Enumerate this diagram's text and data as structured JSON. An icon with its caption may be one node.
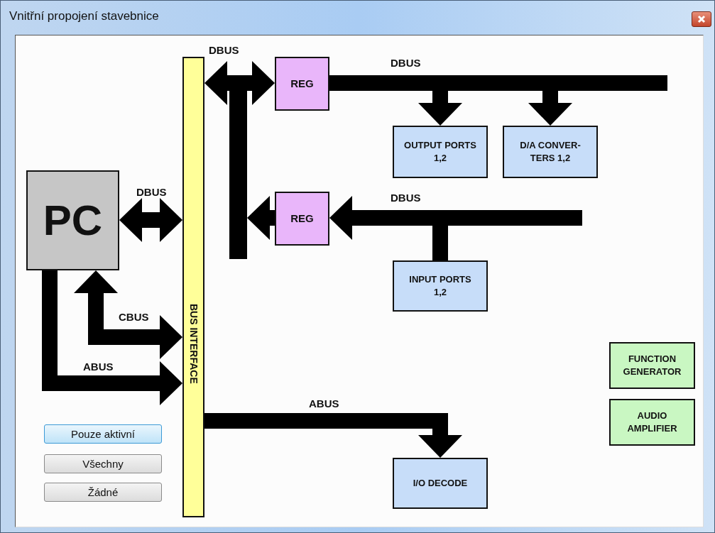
{
  "diagram": {
    "title": "Vnitřní propojení stavebnice",
    "nodes": [
      {
        "text": [
          "PC"
        ]
      },
      {
        "text": [
          "BUS INTERFACE"
        ]
      },
      {
        "text": [],
        "shape": "bar"
      },
      {
        "text": [],
        "shape": "bar"
      },
      {
        "text": [],
        "shape": "bar"
      },
      {
        "text": [
          "REG"
        ]
      },
      {
        "text": [
          "REG"
        ]
      },
      {
        "text": [
          "OUTPUT PORTS 1,2"
        ]
      },
      {
        "text": [
          "D/A CONVER- TERS 1,2"
        ]
      },
      {
        "text": [
          "INPUT PORTS 1,2"
        ]
      },
      {
        "text": [
          "FUNCTION GENERATOR"
        ]
      },
      {
        "text": [
          "AUDIO AMPLIFIER"
        ]
      },
      {
        "text": [
          "I/O DECODE"
        ]
      }
    ],
    "edges": [
      {
        "from": 0,
        "to": 1,
        "arrow": "both",
        "label": "DBUS"
      },
      {
        "from": 0,
        "to": 1,
        "arrow": "both",
        "label": "CBUS"
      },
      {
        "from": 0,
        "to": 1,
        "arrow": "to",
        "label": "ABUS"
      },
      {
        "from": 1,
        "to": 5,
        "arrow": "both",
        "label": "DBUS"
      },
      {
        "from": 6,
        "to": 2,
        "arrow": "to"
      },
      {
        "from": 5,
        "to": 7,
        "arrow": "to",
        "label": "DBUS"
      },
      {
        "from": 5,
        "to": 8,
        "arrow": "to"
      },
      {
        "from": 9,
        "to": 6,
        "arrow": "to",
        "label": "DBUS"
      },
      {
        "from": 1,
        "to": 12,
        "arrow": "to",
        "label": "ABUS"
      }
    ],
    "labels": [
      "Pouze aktivní",
      "Všechny",
      "Žádné"
    ]
  }
}
